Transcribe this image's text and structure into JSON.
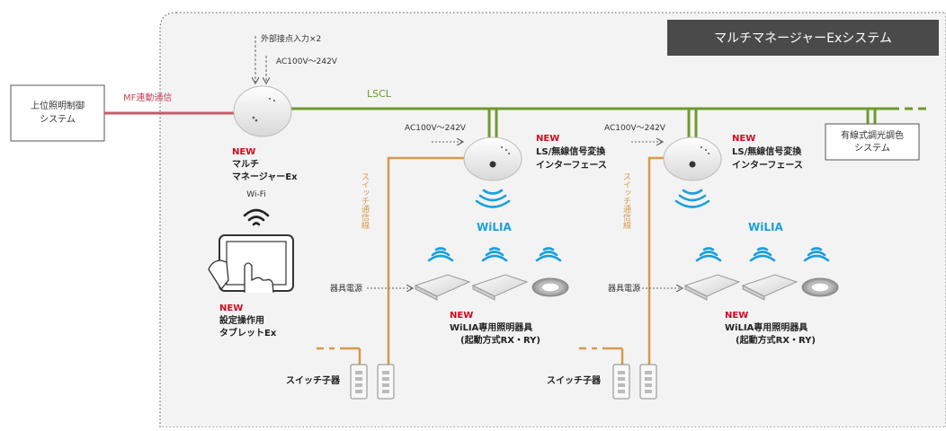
{
  "system_title": "マルチマネージャーExシステム",
  "external": {
    "upper_system": [
      "上位照明制御",
      "システム"
    ],
    "mf_link": "MF連動通信",
    "external_input": "外部接点入力×2",
    "ac_power": "AC100V〜242V",
    "lscl": "LSCL",
    "dimming_system": [
      "有線式調光調色",
      "システム"
    ]
  },
  "multi_manager": {
    "badge": "NEW",
    "name": [
      "マルチ",
      "マネージャーEx"
    ]
  },
  "tablet": {
    "wifi": "Wi-Fi",
    "badge": "NEW",
    "name": [
      "設定操作用",
      "タブレットEx"
    ]
  },
  "groups": [
    {
      "ac_power": "AC100V〜242V",
      "interface_badge": "NEW",
      "interface_name": [
        "LS/無線信号変換",
        "インターフェース"
      ],
      "switch_comm": "スイッチ通信線",
      "wilia": "WiLIA",
      "fixture_power": "器具電源",
      "fixture_badge": "NEW",
      "fixture_name": [
        "WiLIA専用照明器具",
        "(起動方式RX・RY)"
      ],
      "switch_label": "スイッチ子器"
    },
    {
      "ac_power": "AC100V〜242V",
      "interface_badge": "NEW",
      "interface_name": [
        "LS/無線信号変換",
        "インターフェース"
      ],
      "switch_comm": "スイッチ通信線",
      "wilia": "WiLIA",
      "fixture_power": "器具電源",
      "fixture_badge": "NEW",
      "fixture_name": [
        "WiLIA専用照明器具",
        "(起動方式RX・RY)"
      ],
      "switch_label": "スイッチ子器"
    }
  ],
  "colors": {
    "lscl_line": "#6f9a2e",
    "mf_line": "#c75a6b",
    "switch_line": "#d69a4c",
    "title_bg": "#4a4a4a",
    "panel_bg": "#f3f3f3",
    "wireless": "#1aa0dc",
    "new": "#d10a1e"
  }
}
